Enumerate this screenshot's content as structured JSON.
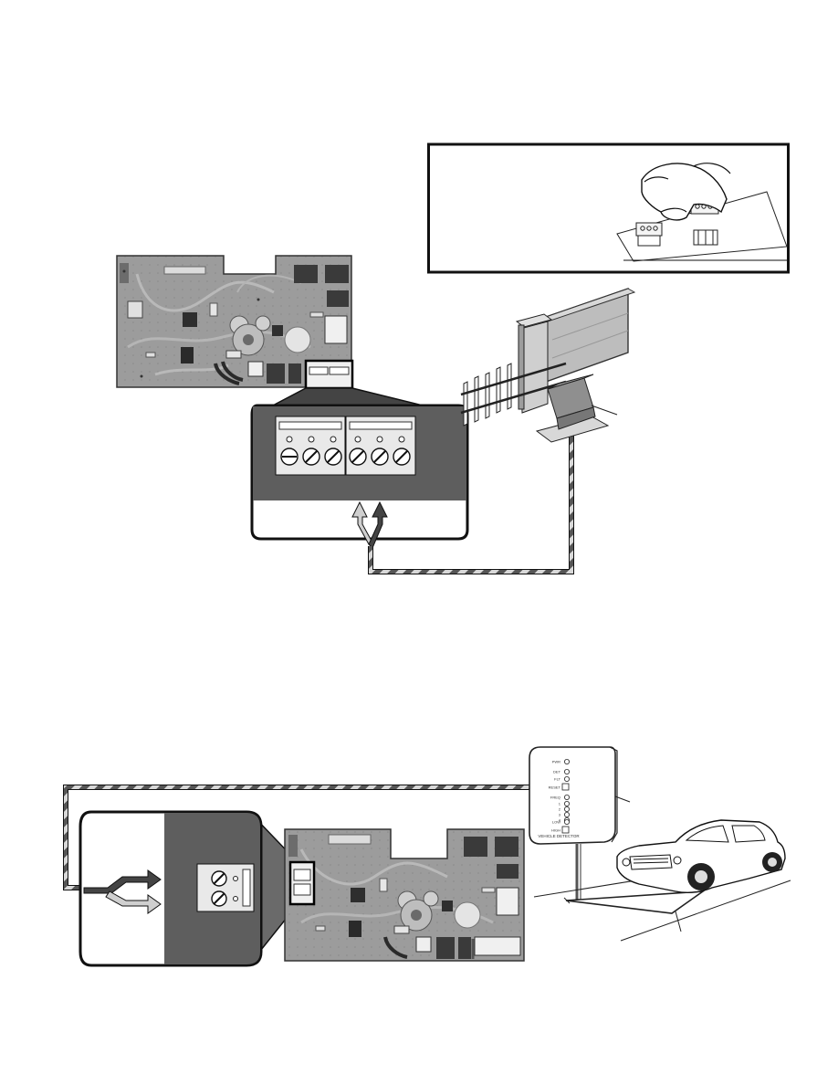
{
  "page": {
    "top_figure": {
      "inset_box": "plug-in connector removal illustration",
      "control_board": "gate operator control board",
      "terminal_zoom": "enlarged six-screw terminal block",
      "gate_scene": "sliding gate with operator and wired accessory"
    },
    "bottom_figure": {
      "loop_detector": {
        "led_labels": [
          "PWR",
          "DET",
          "FLT",
          "RESET",
          "FREQ",
          "1",
          "2",
          "3",
          "4",
          "LOW",
          "HIGH"
        ],
        "footer": "VEHICLE DETECTOR"
      },
      "car": "sedan over in-ground loop",
      "control_board": "gate operator control board",
      "terminal_zoom": "enlarged two-screw terminal plug"
    }
  },
  "colors": {
    "board_fill": "#9a9a9a",
    "board_dark": "#6f6f6f",
    "zoom_fill": "#5e5e5e",
    "wire_dark": "#555555",
    "wire_light": "#cfcfcf",
    "outline": "#111111"
  }
}
